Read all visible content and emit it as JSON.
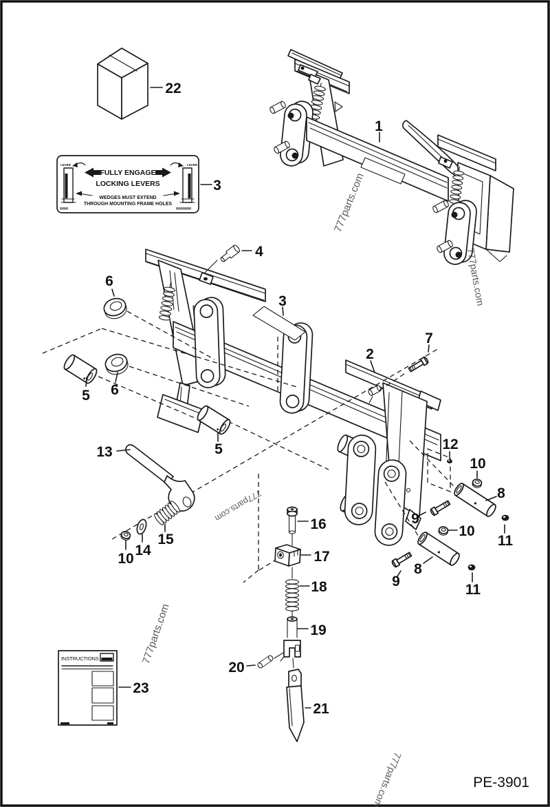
{
  "page": {
    "code": "PE-3901",
    "bg": "#ffffff",
    "ink": "#1a1a1a"
  },
  "watermark": {
    "text": "777parts.com"
  },
  "decal": {
    "line1": "FULLY ENGAGE",
    "line2": "LOCKING LEVERS",
    "line3": "WEDGES MUST EXTEND",
    "line4": "THROUGH MOUNTING FRAME HOLES",
    "lever_left": "LEVER",
    "lever_right": "LEVER"
  },
  "instructions": {
    "title": "INSTRUCTIONS"
  },
  "callouts": [
    {
      "id": "item-1-frame-assembly",
      "label": "1"
    },
    {
      "id": "item-2-mounting-frame",
      "label": "2"
    },
    {
      "id": "item-3-decal",
      "label": "3"
    },
    {
      "id": "item-3-decal-location",
      "label": "3"
    },
    {
      "id": "item-4-pin",
      "label": "4"
    },
    {
      "id": "item-5-bushing-left",
      "label": "5"
    },
    {
      "id": "item-5-bushing-mid",
      "label": "5"
    },
    {
      "id": "item-6-bushing-top",
      "label": "6"
    },
    {
      "id": "item-6-bushing-mid",
      "label": "6"
    },
    {
      "id": "item-7-bolt",
      "label": "7"
    },
    {
      "id": "item-8-tube-upper",
      "label": "8"
    },
    {
      "id": "item-8-tube-lower",
      "label": "8"
    },
    {
      "id": "item-9-bolt-upper",
      "label": "9"
    },
    {
      "id": "item-9-bolt-lower",
      "label": "9"
    },
    {
      "id": "item-10-nut-left",
      "label": "10"
    },
    {
      "id": "item-10-nut-right-top",
      "label": "10"
    },
    {
      "id": "item-10-nut-right-mid",
      "label": "10"
    },
    {
      "id": "item-11-nut-upper",
      "label": "11"
    },
    {
      "id": "item-11-nut-lower",
      "label": "11"
    },
    {
      "id": "item-12-pin",
      "label": "12"
    },
    {
      "id": "item-13-lever",
      "label": "13"
    },
    {
      "id": "item-14-washer",
      "label": "14"
    },
    {
      "id": "item-15-spring",
      "label": "15"
    },
    {
      "id": "item-16-pin",
      "label": "16"
    },
    {
      "id": "item-17-block",
      "label": "17"
    },
    {
      "id": "item-18-spring",
      "label": "18"
    },
    {
      "id": "item-19-pin",
      "label": "19"
    },
    {
      "id": "item-20-roll-pin",
      "label": "20"
    },
    {
      "id": "item-21-wedge",
      "label": "21"
    },
    {
      "id": "item-22-box",
      "label": "22"
    },
    {
      "id": "item-23-instructions",
      "label": "23"
    }
  ]
}
